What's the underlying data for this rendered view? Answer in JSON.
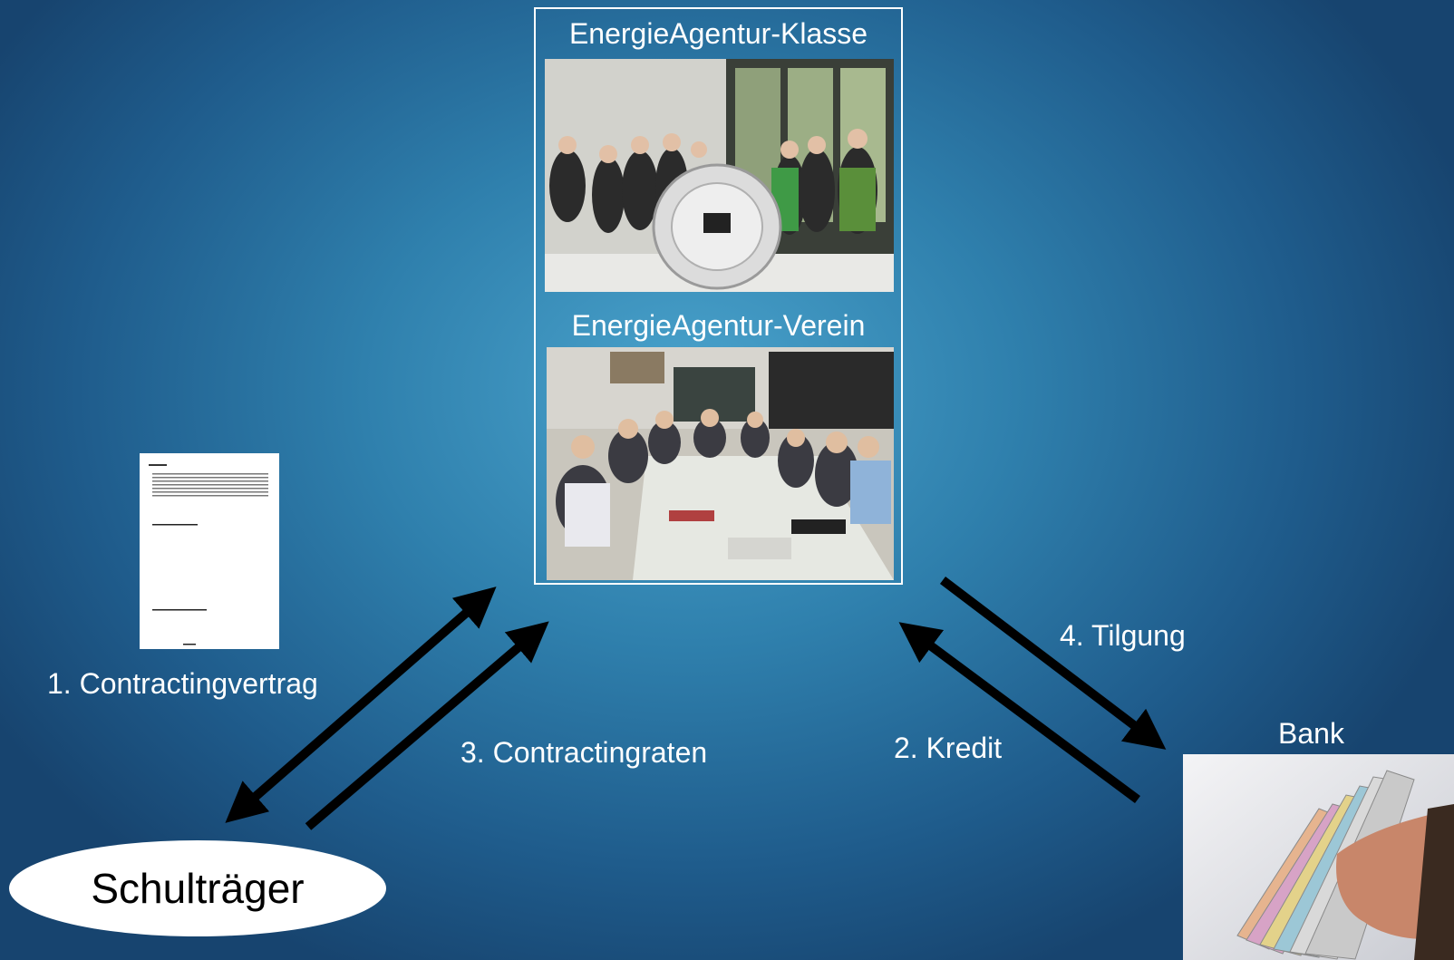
{
  "panel": {
    "class_title": "EnergieAgentur-Klasse",
    "association_title": "EnergieAgentur-Verein"
  },
  "nodes": {
    "school_board": "Schulträger",
    "bank": "Bank"
  },
  "flows": {
    "contract": "1. Contractingvertrag",
    "credit": "2. Kredit",
    "installments": "3. Contractingraten",
    "repayment": "4. Tilgung"
  },
  "colors": {
    "arrow": "#000000",
    "text": "#ffffff"
  }
}
